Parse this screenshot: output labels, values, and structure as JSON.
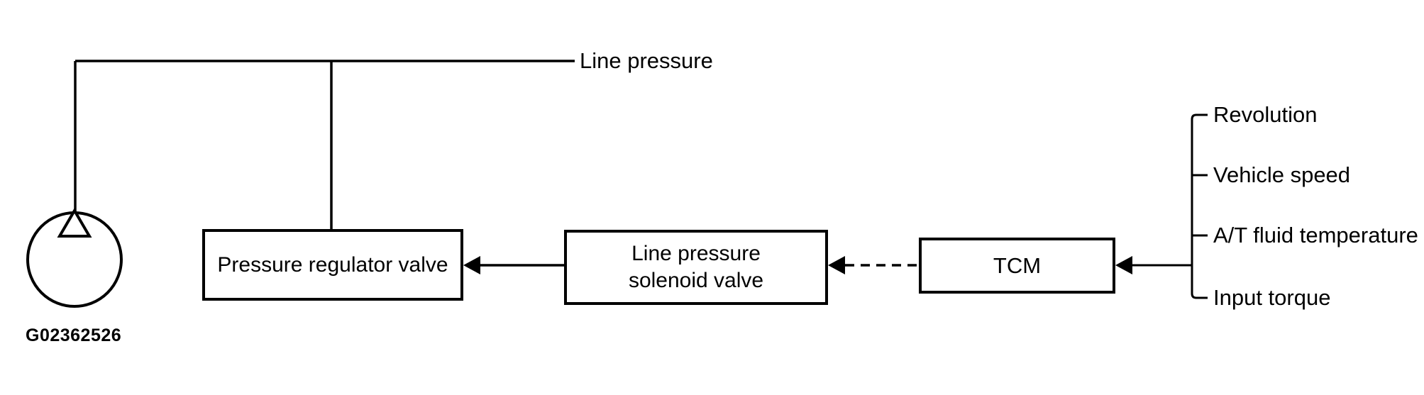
{
  "figure": {
    "id": "G02362526"
  },
  "top_label": {
    "text": "Line pressure"
  },
  "boxes": {
    "pressure_regulator_valve": {
      "label": "Pressure regulator valve"
    },
    "line_pressure_solenoid_valve": {
      "line1": "Line pressure",
      "line2": "solenoid valve"
    },
    "tcm": {
      "label": "TCM"
    }
  },
  "tcm_inputs": [
    {
      "label": "Revolution"
    },
    {
      "label": "Vehicle speed"
    },
    {
      "label": "A/T fluid temperature"
    },
    {
      "label": "Input torque"
    }
  ],
  "icons": {
    "pump_symbol": "pump-circle-with-triangle",
    "solid_arrow": "left-arrowhead-solid-line",
    "dashed_arrow": "left-arrowhead-dashed-line",
    "input_bracket": "right-side-bracket-with-ticks"
  },
  "colors": {
    "line": "#000000",
    "background": "#ffffff"
  }
}
